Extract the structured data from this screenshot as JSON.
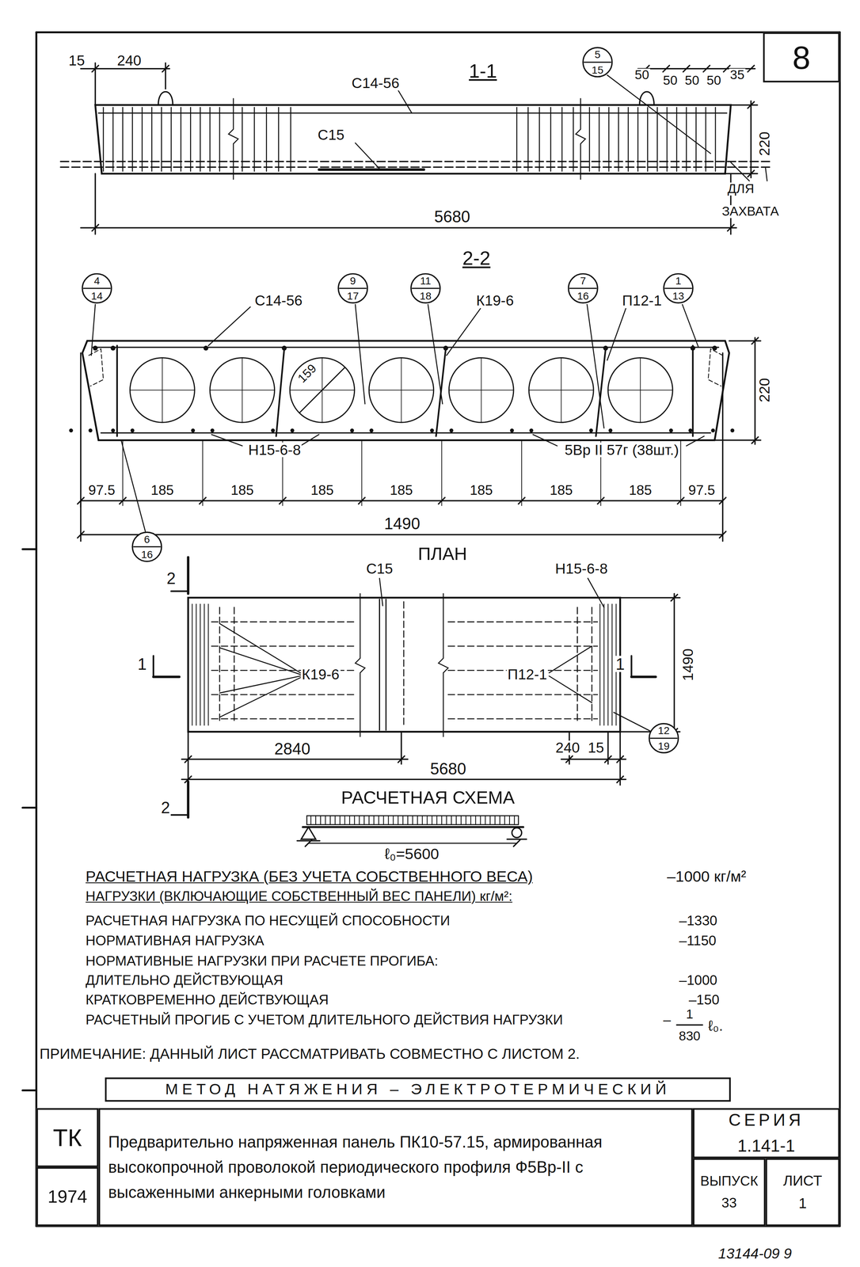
{
  "diagram": {
    "nodes": [
      {
        "text": [
          "8"
        ]
      },
      {
        "text": [
          "МЕТОД НАТЯЖЕНИЯ – ЭЛЕКТРОТЕРМИЧЕСКИЙ"
        ]
      },
      {
        "text": [
          "ТК"
        ]
      },
      {
        "text": [
          "1974"
        ]
      },
      {
        "text": [
          "Предварительно напряженная панель ПК10-57.15, армированная высокопрочной проволокой периодического профиля Ф5Вр-II с высаженными анкерными головками"
        ]
      },
      {
        "text": [
          "СЕРИЯ",
          "1.141-1"
        ]
      },
      {
        "text": [
          "ВЫПУСК",
          "33"
        ]
      },
      {
        "text": [
          "ЛИСТ",
          "1"
        ]
      },
      {
        "text": [
          "5",
          "15"
        ]
      },
      {
        "text": [
          "4",
          "14"
        ]
      },
      {
        "text": [
          "9",
          "17"
        ]
      },
      {
        "text": [
          "11",
          "18"
        ]
      },
      {
        "text": [
          "7",
          "16"
        ]
      },
      {
        "text": [
          "1",
          "13"
        ]
      },
      {
        "text": [
          "6",
          "16"
        ]
      },
      {
        "text": [
          "12",
          "19"
        ]
      }
    ],
    "labels": [
      "1-1",
      "15",
      "240",
      "С14-56",
      "С15",
      "50",
      "50",
      "50",
      "50",
      "35",
      "220",
      "ДЛЯ",
      "ЗАХВАТА",
      "5680",
      "2-2",
      "С14-56",
      "К19-6",
      "П12-1",
      "159",
      "220",
      "Н15-6-8",
      "5Вр II 57г (38шт.)",
      "97.5",
      "185",
      "185",
      "185",
      "185",
      "185",
      "185",
      "185",
      "97.5",
      "1490",
      "ПЛАН",
      "2",
      "С15",
      "Н15-6-8",
      "1",
      "К19-6",
      "П12-1",
      "1",
      "1490",
      "2840",
      "240",
      "15",
      "5680",
      "2",
      "РАСЧЕТНАЯ СХЕМА",
      "ℓ₀=5600",
      "РАСЧЕТНАЯ НАГРУЗКА (БЕЗ УЧЕТА СОБСТВЕННОГО ВЕСА)",
      "–1000 кг/м²",
      "НАГРУЗКИ (ВКЛЮЧАЮЩИЕ СОБСТВЕННЫЙ ВЕС ПАНЕЛИ) кг/м²:",
      "РАСЧЕТНАЯ НАГРУЗКА ПО НЕСУЩЕЙ СПОСОБНОСТИ",
      "–1330",
      "НОРМАТИВНАЯ НАГРУЗКА",
      "–1150",
      "НОРМАТИВНЫЕ НАГРУЗКИ ПРИ РАСЧЕТЕ ПРОГИБА:",
      "ДЛИТЕЛЬНО ДЕЙСТВУЮЩАЯ",
      "–1000",
      "КРАТКОВРЕМЕННО ДЕЙСТВУЮЩАЯ",
      "–150",
      "РАСЧЕТНЫЙ ПРОГИБ С УЧЕТОМ ДЛИТЕЛЬНОГО ДЕЙСТВИЯ НАГРУЗКИ",
      "–",
      "1",
      "830",
      "ℓ₀.",
      "ПРИМЕЧАНИЕ: ДАННЫЙ ЛИСТ РАССМАТРИВАТЬ СОВМЕСТНО С ЛИСТОМ 2.",
      "13144-09 9"
    ]
  }
}
